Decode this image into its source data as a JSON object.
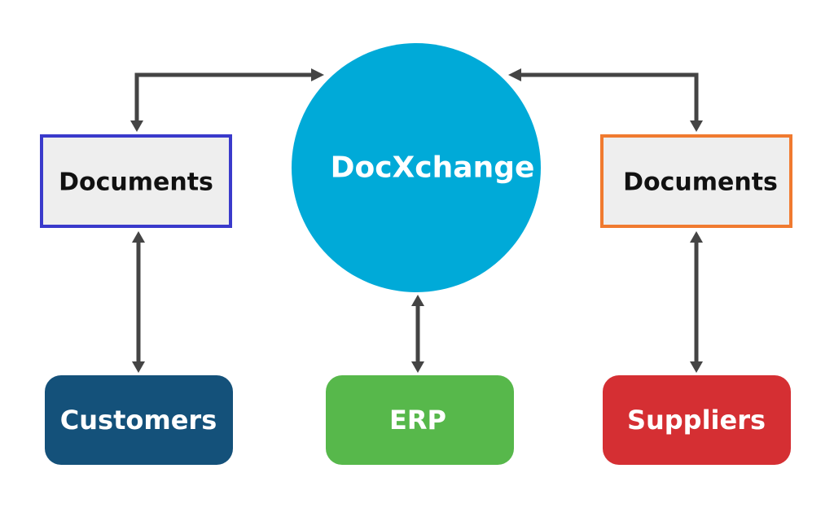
{
  "hub": {
    "label": "DocXchange",
    "color": "#00AAD8"
  },
  "left_documents": {
    "label": "Documents",
    "border_color": "#3A3ACB",
    "fill_color": "#EEEEEE"
  },
  "right_documents": {
    "label": "Documents",
    "border_color": "#F07A30",
    "fill_color": "#EEEEEE"
  },
  "customers": {
    "label": "Customers",
    "color": "#14517A"
  },
  "erp": {
    "label": "ERP",
    "color": "#57B84B"
  },
  "suppliers": {
    "label": "Suppliers",
    "color": "#D52F33"
  },
  "connector_color": "#444444"
}
